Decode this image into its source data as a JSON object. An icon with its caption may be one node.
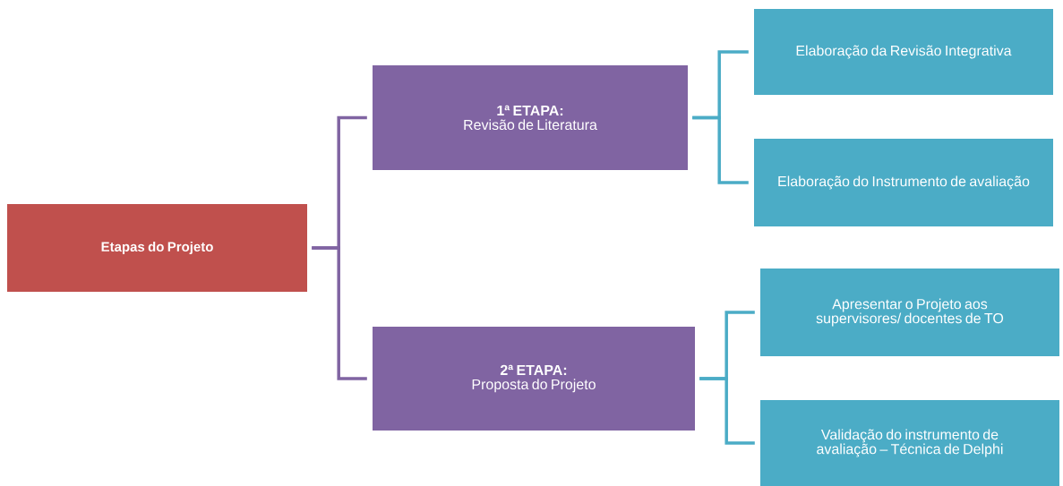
{
  "diagram": {
    "nodes": [
      {
        "text": [
          "Etapas do Projeto"
        ]
      },
      {
        "text": [
          "1ª ETAPA:",
          "Revisão de Literatura"
        ]
      },
      {
        "text": [
          "2ª ETAPA:",
          "Proposta do Projeto"
        ]
      },
      {
        "text": [
          "Elaboração da Revisão Integrativa"
        ]
      },
      {
        "text": [
          "Elaboração do Instrumento de avaliação"
        ]
      },
      {
        "text": [
          "Apresentar o Projeto aos supervisores/ docentes de TO"
        ]
      },
      {
        "text": [
          "Validação do instrumento de avaliação – Técnica de Delphi"
        ]
      }
    ],
    "edges": [
      {
        "from": 0,
        "to": 1,
        "arrow": "none",
        "color": "#8064a2"
      },
      {
        "from": 0,
        "to": 2,
        "arrow": "none",
        "color": "#8064a2"
      },
      {
        "from": 1,
        "to": 3,
        "arrow": "none"
      },
      {
        "from": 1,
        "to": 4,
        "arrow": "none"
      },
      {
        "from": 2,
        "to": 5,
        "arrow": "none"
      },
      {
        "from": 2,
        "to": 6,
        "arrow": "none"
      }
    ]
  }
}
